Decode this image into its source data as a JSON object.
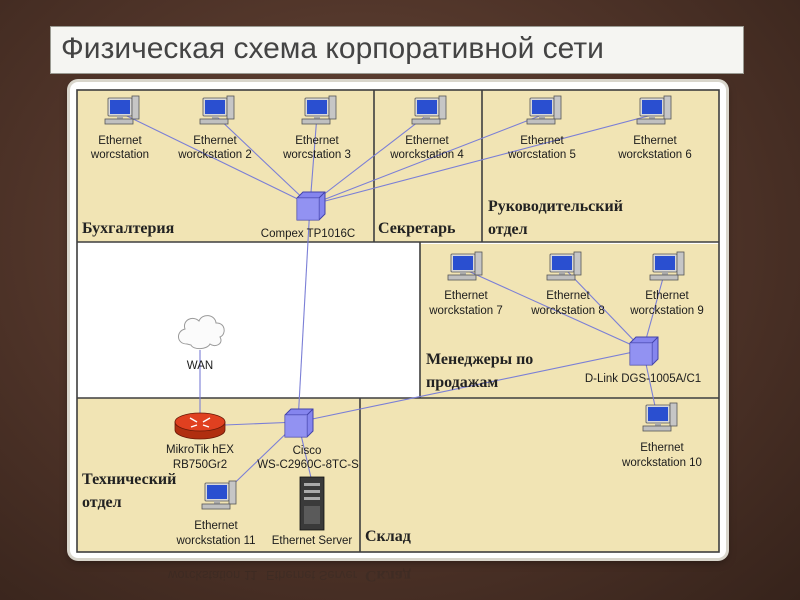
{
  "slide_title": "Физическая схема корпоративной сети",
  "rooms": {
    "accounting": "Бухгалтерия",
    "secretary": "Секретарь",
    "management": [
      "Руководительский",
      "отдел"
    ],
    "sales": [
      "Менеджеры по",
      "продажам"
    ],
    "tech": [
      "Технический",
      "отдел"
    ],
    "warehouse": "Склад"
  },
  "devices": {
    "ws1": [
      "Ethernet",
      "worcstation"
    ],
    "ws2": [
      "Ethernet",
      "worckstation 2"
    ],
    "ws3": [
      "Ethernet",
      "worcstation 3"
    ],
    "ws4": [
      "Ethernet",
      "worckstation 4"
    ],
    "ws5": [
      "Ethernet",
      "worcstation 5"
    ],
    "ws6": [
      "Ethernet",
      "worckstation 6"
    ],
    "ws7": [
      "Ethernet",
      "worckstation 7"
    ],
    "ws8": [
      "Ethernet",
      "worckstation 8"
    ],
    "ws9": [
      "Ethernet",
      "worckstation 9"
    ],
    "ws10": [
      "Ethernet",
      "worckstation 10"
    ],
    "ws11": [
      "Ethernet",
      "worckstation 11"
    ],
    "switch_compex": "Compex TP1016C",
    "switch_dlink": "D-Link DGS-1005A/C1",
    "switch_cisco": [
      "Cisco",
      "WS-C2960C-8TC-S"
    ],
    "router": [
      "MikroTik hEX",
      "RB750Gr2"
    ],
    "wan": "WAN",
    "server": "Ethernet Server"
  },
  "reflection": {
    "ws11": "worckstation 11",
    "server": "Ethernet Server",
    "warehouse": "Склад"
  },
  "colors": {
    "room_fill": "#f1e4b4",
    "wall": "#3e3e3e",
    "link": "#7b7fd6",
    "switch": "#8585ee",
    "router": "#e04020",
    "monitor": "#2a4fd0"
  }
}
